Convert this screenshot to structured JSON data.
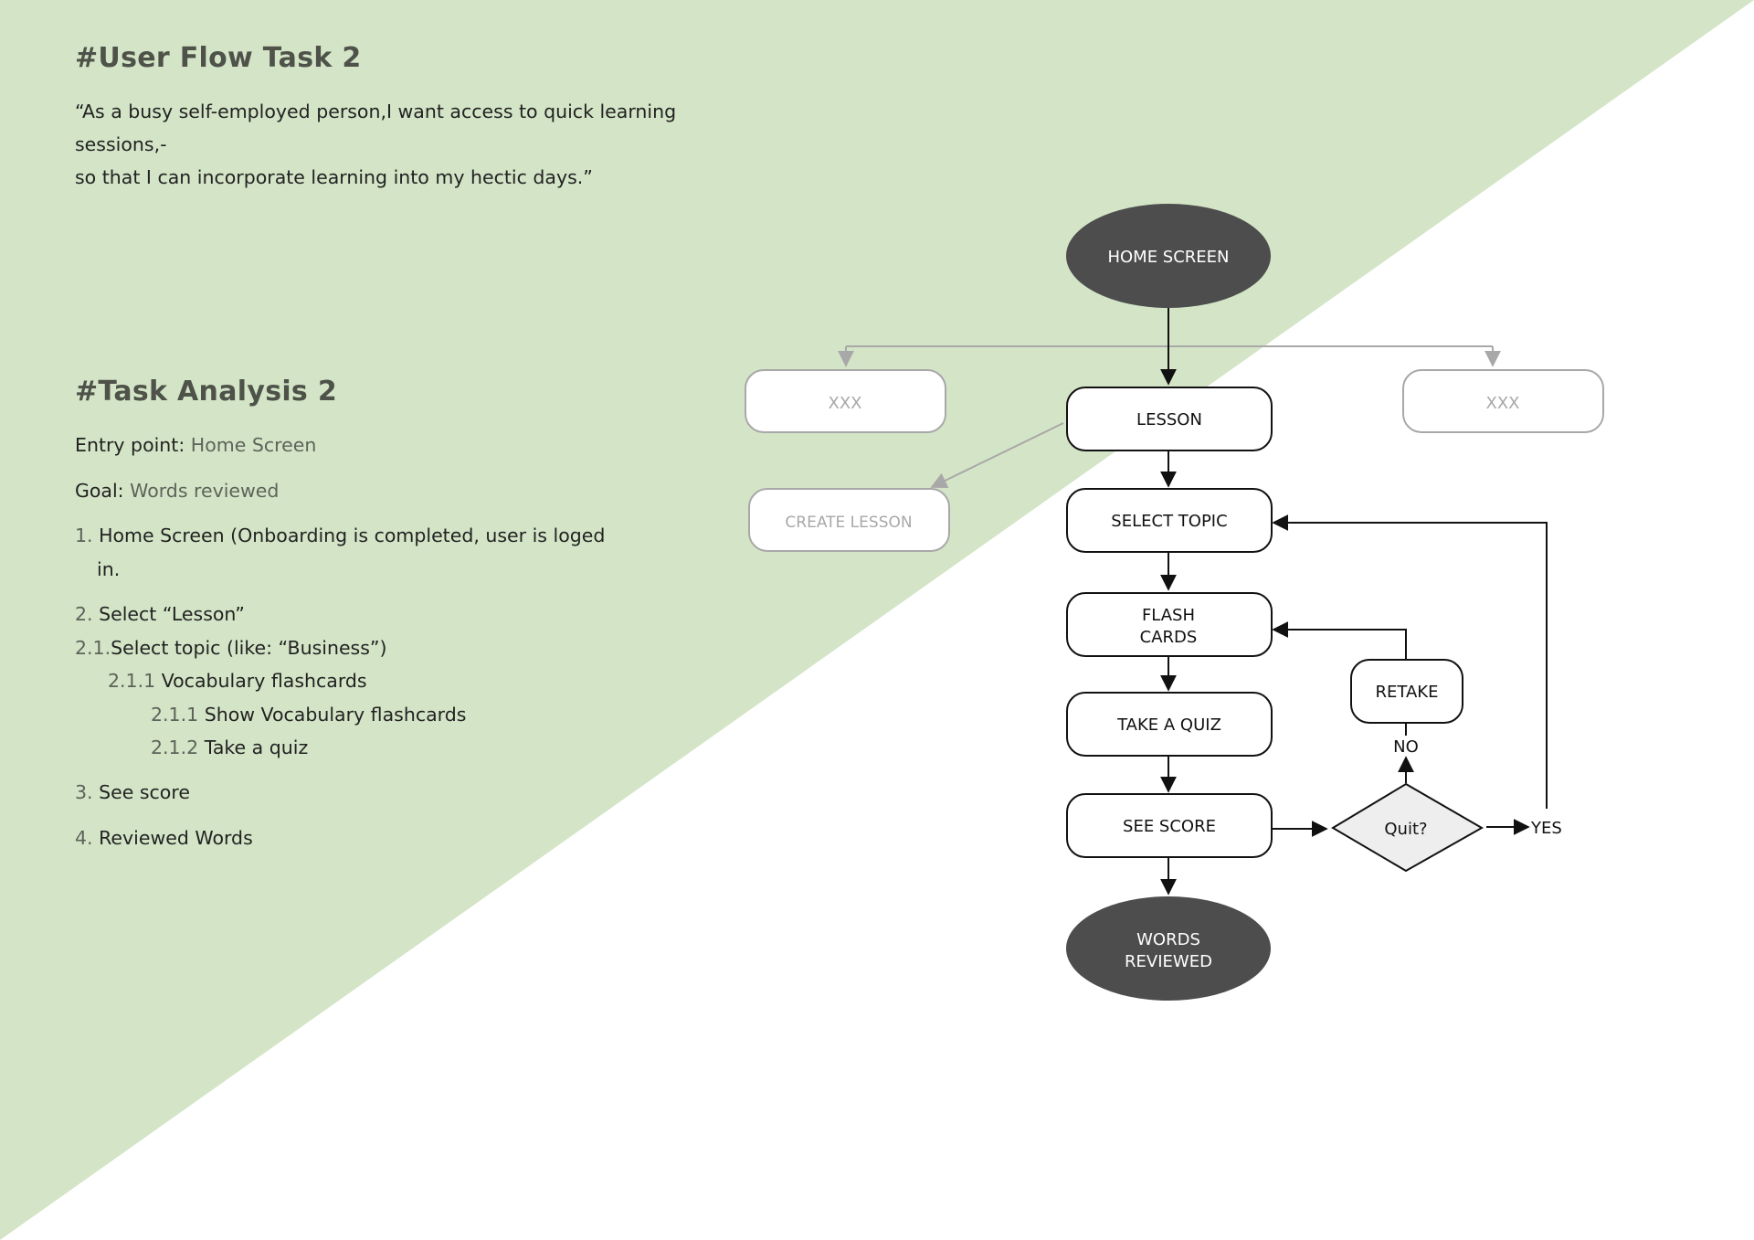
{
  "colors": {
    "green_bg": "#d4e5c7",
    "heading": "#4e5249",
    "dark_node": "#4d4d4d",
    "muted_node": "#a8a8a8",
    "quiz_fill": "#eeeeee"
  },
  "user_flow": {
    "title": "#User Flow Task 2",
    "quote_line1": "“As a busy self-employed person,I want access to quick learning sessions,-",
    "quote_line2": "so that I can incorporate learning into my hectic days.”"
  },
  "task_analysis": {
    "title": "#Task Analysis 2",
    "entry_label": "Entry point:",
    "entry_value": "Home Screen",
    "goal_label": "Goal:",
    "goal_value": "Words reviewed",
    "steps": [
      {
        "num": "1.",
        "text": "Home Screen (Onboarding is completed, user is loged"
      },
      {
        "num": "",
        "text": "in."
      },
      {
        "num": "2.",
        "text": "Select “Lesson”"
      },
      {
        "num": "2.1.",
        "text": "Select topic (like: “Business”)"
      },
      {
        "num": "2.1.1",
        "text": "Vocabulary flashcards"
      },
      {
        "num": "2.1.1",
        "text": "Show Vocabulary flashcards"
      },
      {
        "num": "2.1.2",
        "text": "Take a quiz"
      },
      {
        "num": "3.",
        "text": "See score"
      },
      {
        "num": "4.",
        "text": "Reviewed Words"
      }
    ]
  },
  "flow": {
    "home": "HOME SCREEN",
    "xxx_left": "XXX",
    "xxx_right": "XXX",
    "lesson": "LESSON",
    "create_lesson": "CREATE LESSON",
    "select_topic": "SELECT TOPIC",
    "flash_cards_line1": "FLASH",
    "flash_cards_line2": "CARDS",
    "take_quiz": "TAKE A QUIZ",
    "see_score": "SEE SCORE",
    "words_reviewed_line1": "WORDS",
    "words_reviewed_line2": "REVIEWED",
    "retake": "RETAKE",
    "quit": "Quit?",
    "no": "NO",
    "yes": "YES"
  }
}
